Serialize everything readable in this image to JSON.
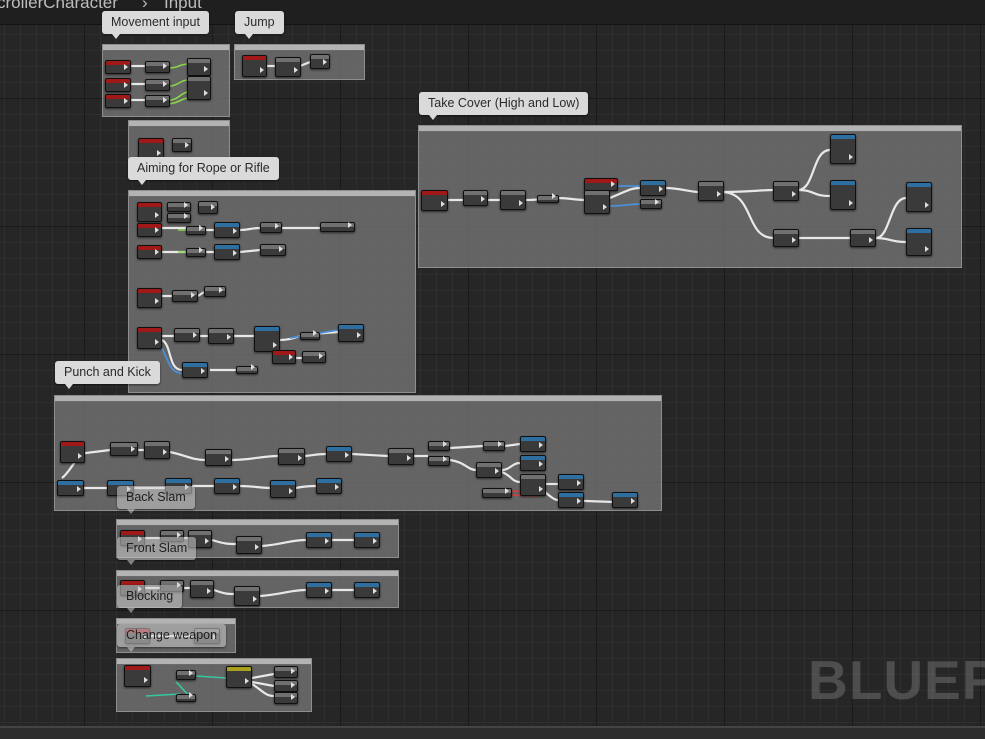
{
  "breadcrumb": {
    "parent": "crollerCharacter",
    "separator": "›",
    "current": "Input"
  },
  "comments": {
    "movement_input": "Movement input",
    "jump": "Jump",
    "take_cover": "Take Cover (High and Low)",
    "aiming": "Aiming for Rope or Rifle",
    "punch_kick": "Punch and Kick",
    "back_slam": "Back Slam",
    "front_slam": "Front Slam",
    "blocking": "Blocking",
    "change_weapon": "Change weapon"
  },
  "watermark": "BLUEPRINT",
  "colors": {
    "grid_bg": "#262626",
    "comment_bg": "#7d7d7d",
    "exec_wire": "#ffffff",
    "float_wire": "#9be65c",
    "object_wire": "#4d8fd6",
    "event_node": "#a01818",
    "function_node": "#2f6f9f"
  }
}
